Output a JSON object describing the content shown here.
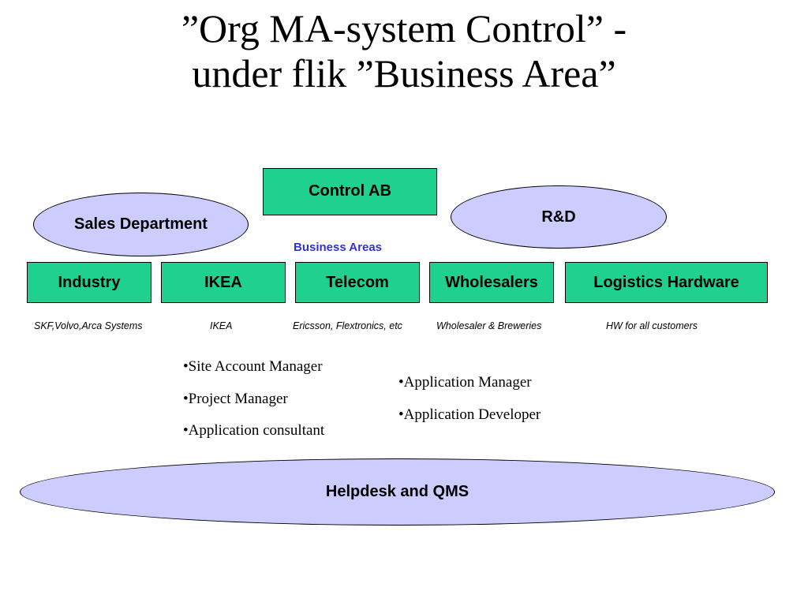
{
  "title": {
    "line1": "”Org MA-system Control” -",
    "line2": "under flik ”Business Area”"
  },
  "top_box": "Control AB",
  "sales": "Sales Department",
  "rnd": "R&D",
  "business_areas_label": "Business Areas",
  "areas": [
    {
      "name": "Industry",
      "sub": "SKF,Volvo,Arca Systems"
    },
    {
      "name": "IKEA",
      "sub": "IKEA"
    },
    {
      "name": "Telecom",
      "sub": "Ericsson, Flextronics, etc"
    },
    {
      "name": "Wholesalers",
      "sub": "Wholesaler & Breweries"
    },
    {
      "name": "Logistics Hardware",
      "sub": "HW for all customers"
    }
  ],
  "roles_left": [
    "•Site Account Manager",
    "•Project Manager",
    "•Application consultant"
  ],
  "roles_right": [
    "•Application Manager",
    "•Application Developer"
  ],
  "helpdesk": "Helpdesk and QMS",
  "colors": {
    "box_fill": "#1fd08f",
    "ellipse_fill": "#ccccff",
    "business_areas_text": "#3333cc"
  }
}
